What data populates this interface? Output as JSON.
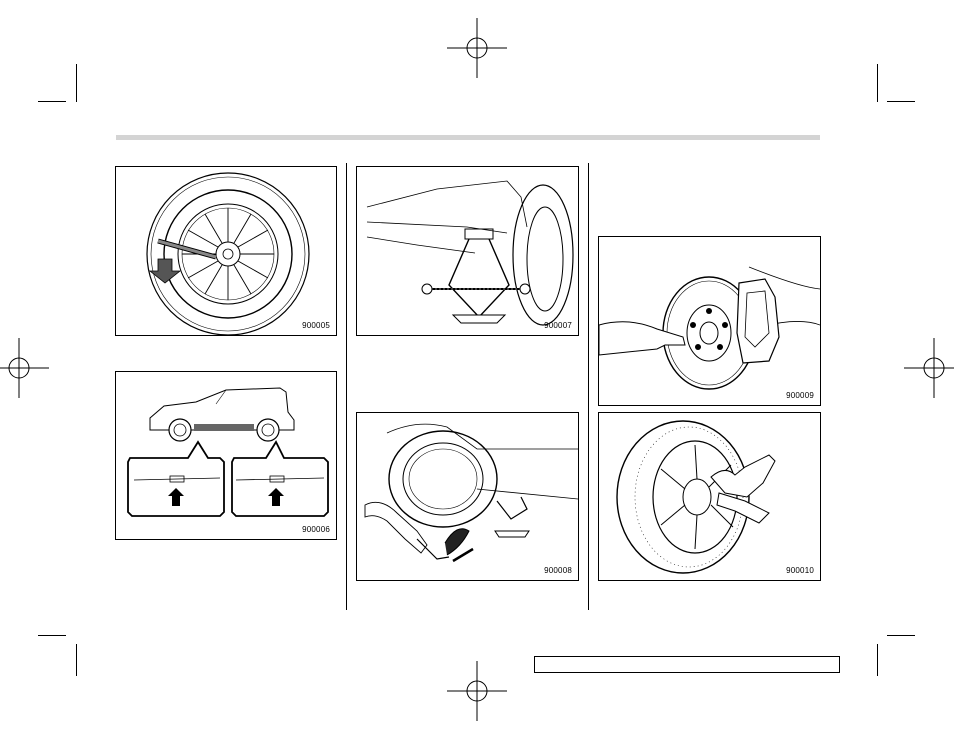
{
  "figures": {
    "fig1": {
      "code": "900005",
      "icon": "lug-wrench-loosening-icon"
    },
    "fig2": {
      "code": "900006",
      "icon": "jack-points-diagram-icon"
    },
    "fig3": {
      "code": "900007",
      "icon": "scissor-jack-under-car-icon"
    },
    "fig4": {
      "code": "900008",
      "icon": "raising-vehicle-with-jack-icon"
    },
    "fig5": {
      "code": "900009",
      "icon": "brake-disc-hub-icon"
    },
    "fig6": {
      "code": "900010",
      "icon": "mounting-wheel-icon"
    }
  }
}
